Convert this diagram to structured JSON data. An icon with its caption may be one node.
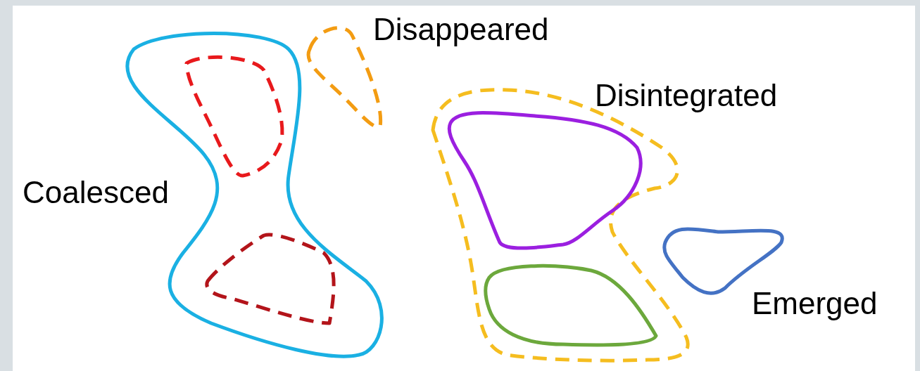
{
  "diagram": {
    "nodes": [
      {
        "text": [],
        "shape": "blob",
        "beside": [
          "Coalesced"
        ]
      },
      {
        "text": [],
        "shape": "blob",
        "in": 0
      },
      {
        "text": [],
        "shape": "blob",
        "in": 0
      },
      {
        "text": [],
        "shape": "blob",
        "beside": [
          "Disappeared"
        ]
      },
      {
        "text": [],
        "shape": "blob",
        "beside": [
          "Disintegrated"
        ]
      },
      {
        "text": [],
        "shape": "blob",
        "in": 4
      },
      {
        "text": [],
        "shape": "blob",
        "in": 4
      },
      {
        "text": [],
        "shape": "blob",
        "beside": [
          "Emerged"
        ]
      }
    ]
  }
}
